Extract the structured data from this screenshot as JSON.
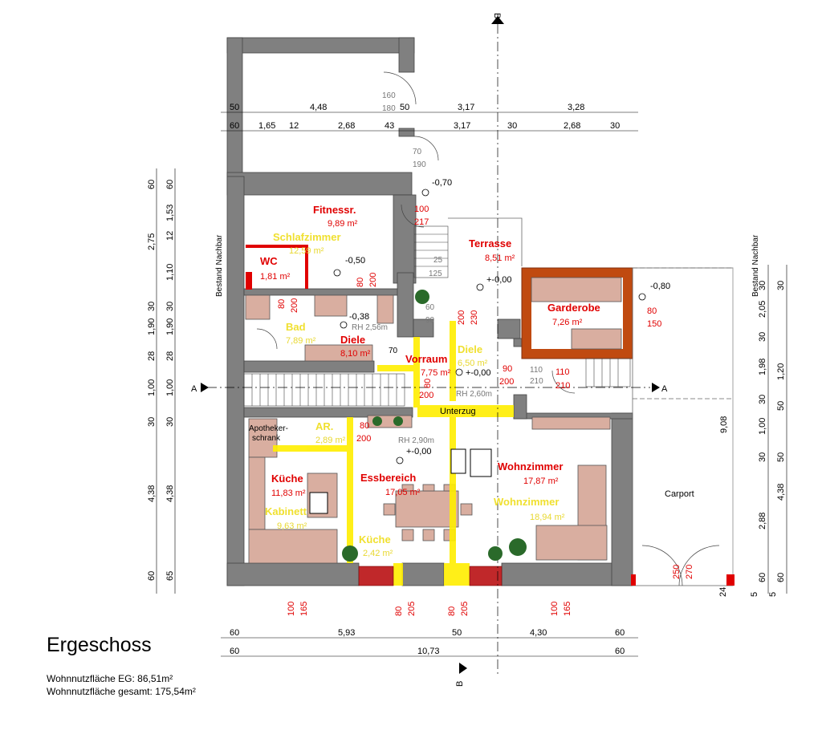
{
  "title": "Ergeschoss",
  "info_lines": [
    "Wohnnutzfläche EG: 86,51m²",
    "Wohnnutzfläche gesamt: 175,54m²"
  ],
  "rooms": {
    "fitness": {
      "name": "Fitnessr.",
      "area": "9,89 m²"
    },
    "schlaf": {
      "name": "Schlafzimmer",
      "area": "12,59 m²"
    },
    "wc": {
      "name": "WC",
      "area": "1,81 m²"
    },
    "terrasse": {
      "name": "Terrasse",
      "area": "8,51 m²"
    },
    "garderobe": {
      "name": "Garderobe",
      "area": "7,26 m²"
    },
    "bad": {
      "name": "Bad",
      "area": "7,89 m²"
    },
    "diele": {
      "name": "Diele",
      "area": "8,10 m²"
    },
    "vorraum": {
      "name": "Vorraum",
      "area": "7,75 m²"
    },
    "diele2": {
      "name": "Diele",
      "area": "6,50 m²"
    },
    "ar": {
      "name": "AR.",
      "area": "2,89 m²"
    },
    "kueche": {
      "name": "Küche",
      "area": "11,83 m²"
    },
    "kabinett": {
      "name": "Kabinett",
      "area": "9,63 m²"
    },
    "essbereich": {
      "name": "Essbereich",
      "area": "17,05 m²"
    },
    "kueche2": {
      "name": "Küche",
      "area": "2,42 m²"
    },
    "wohnzimmer": {
      "name": "Wohnzimmer",
      "area": "17,87 m²"
    },
    "wohnzimmer2": {
      "name": "Wohnzimmer",
      "area": "18,94 m²"
    }
  },
  "labels": {
    "carport": "Carport",
    "unterzug": "Unterzug",
    "apotheker1": "Apotheker-",
    "apotheker2": "schrank",
    "bestand": "Bestand Nachbar",
    "sectionA": "A",
    "sectionB": "B",
    "rh1": "RH 2,56m",
    "rh2": "RH 2,60m",
    "rh3": "RH 2,90m"
  },
  "levels": [
    "-0,70",
    "-0,50",
    "+-0,00",
    "-0,38",
    "+-0,00",
    "-0,80",
    "+-0,00"
  ],
  "dims": {
    "top1": [
      "50",
      "4,48",
      "50",
      "3,17",
      "3,28"
    ],
    "top2": [
      "60",
      "1,65",
      "12",
      "2,68",
      "43",
      "3,17",
      "30",
      "2,68",
      "30"
    ],
    "bottom1": [
      "60",
      "5,93",
      "50",
      "4,30",
      "60"
    ],
    "bottom2": [
      "60",
      "10,73",
      "60"
    ],
    "left1": [
      "60",
      "2,75",
      "30",
      "1,90",
      "28",
      "1,00",
      "30",
      "4,38",
      "60"
    ],
    "left2": [
      "60",
      "1,53",
      "12",
      "1,10",
      "30",
      "1,90",
      "28",
      "1,00",
      "30",
      "4,38",
      "65"
    ],
    "right1": [
      "30",
      "2,05",
      "30",
      "1,98",
      "30",
      "1,00",
      "30",
      "2,88",
      "60"
    ],
    "right2": [
      "30",
      "1,20",
      "50",
      "50",
      "4,38",
      "60"
    ],
    "right_total": "9,08",
    "right_small": [
      "5",
      "24",
      "5"
    ]
  },
  "openings": {
    "door_top": [
      "160",
      "180",
      "70",
      "190"
    ],
    "d100": [
      "100",
      "217"
    ],
    "stair": [
      "25",
      "125"
    ],
    "wc_door": [
      "80",
      "200"
    ],
    "bath_door": [
      "80",
      "200"
    ],
    "vorraum_top": [
      "200",
      "230"
    ],
    "vorraum_side": [
      "60",
      "90"
    ],
    "diele2": [
      "90",
      "200"
    ],
    "small110": [
      "110",
      "210"
    ],
    "small110b": [
      "110",
      "210"
    ],
    "garderobe_win": [
      "80",
      "150"
    ],
    "vorraum_inner": [
      "80",
      "200"
    ],
    "ar_door": [
      "80",
      "200"
    ],
    "win_bottom1": [
      "100",
      "165"
    ],
    "win_bottom2": [
      "80",
      "205"
    ],
    "win_bottom3": [
      "80",
      "205"
    ],
    "win_bottom4": [
      "100",
      "165"
    ],
    "carport_gate": [
      "250",
      "270"
    ],
    "bad_door": [
      "70"
    ]
  },
  "colors": {
    "wall": "#808080",
    "furniture": "#d9aea0",
    "yellow": "#ffee00",
    "red_window": "#c0282a",
    "garderobe_frame": "#c04a10",
    "wc_wall": "#e00000",
    "dim_red": "#e00000"
  }
}
